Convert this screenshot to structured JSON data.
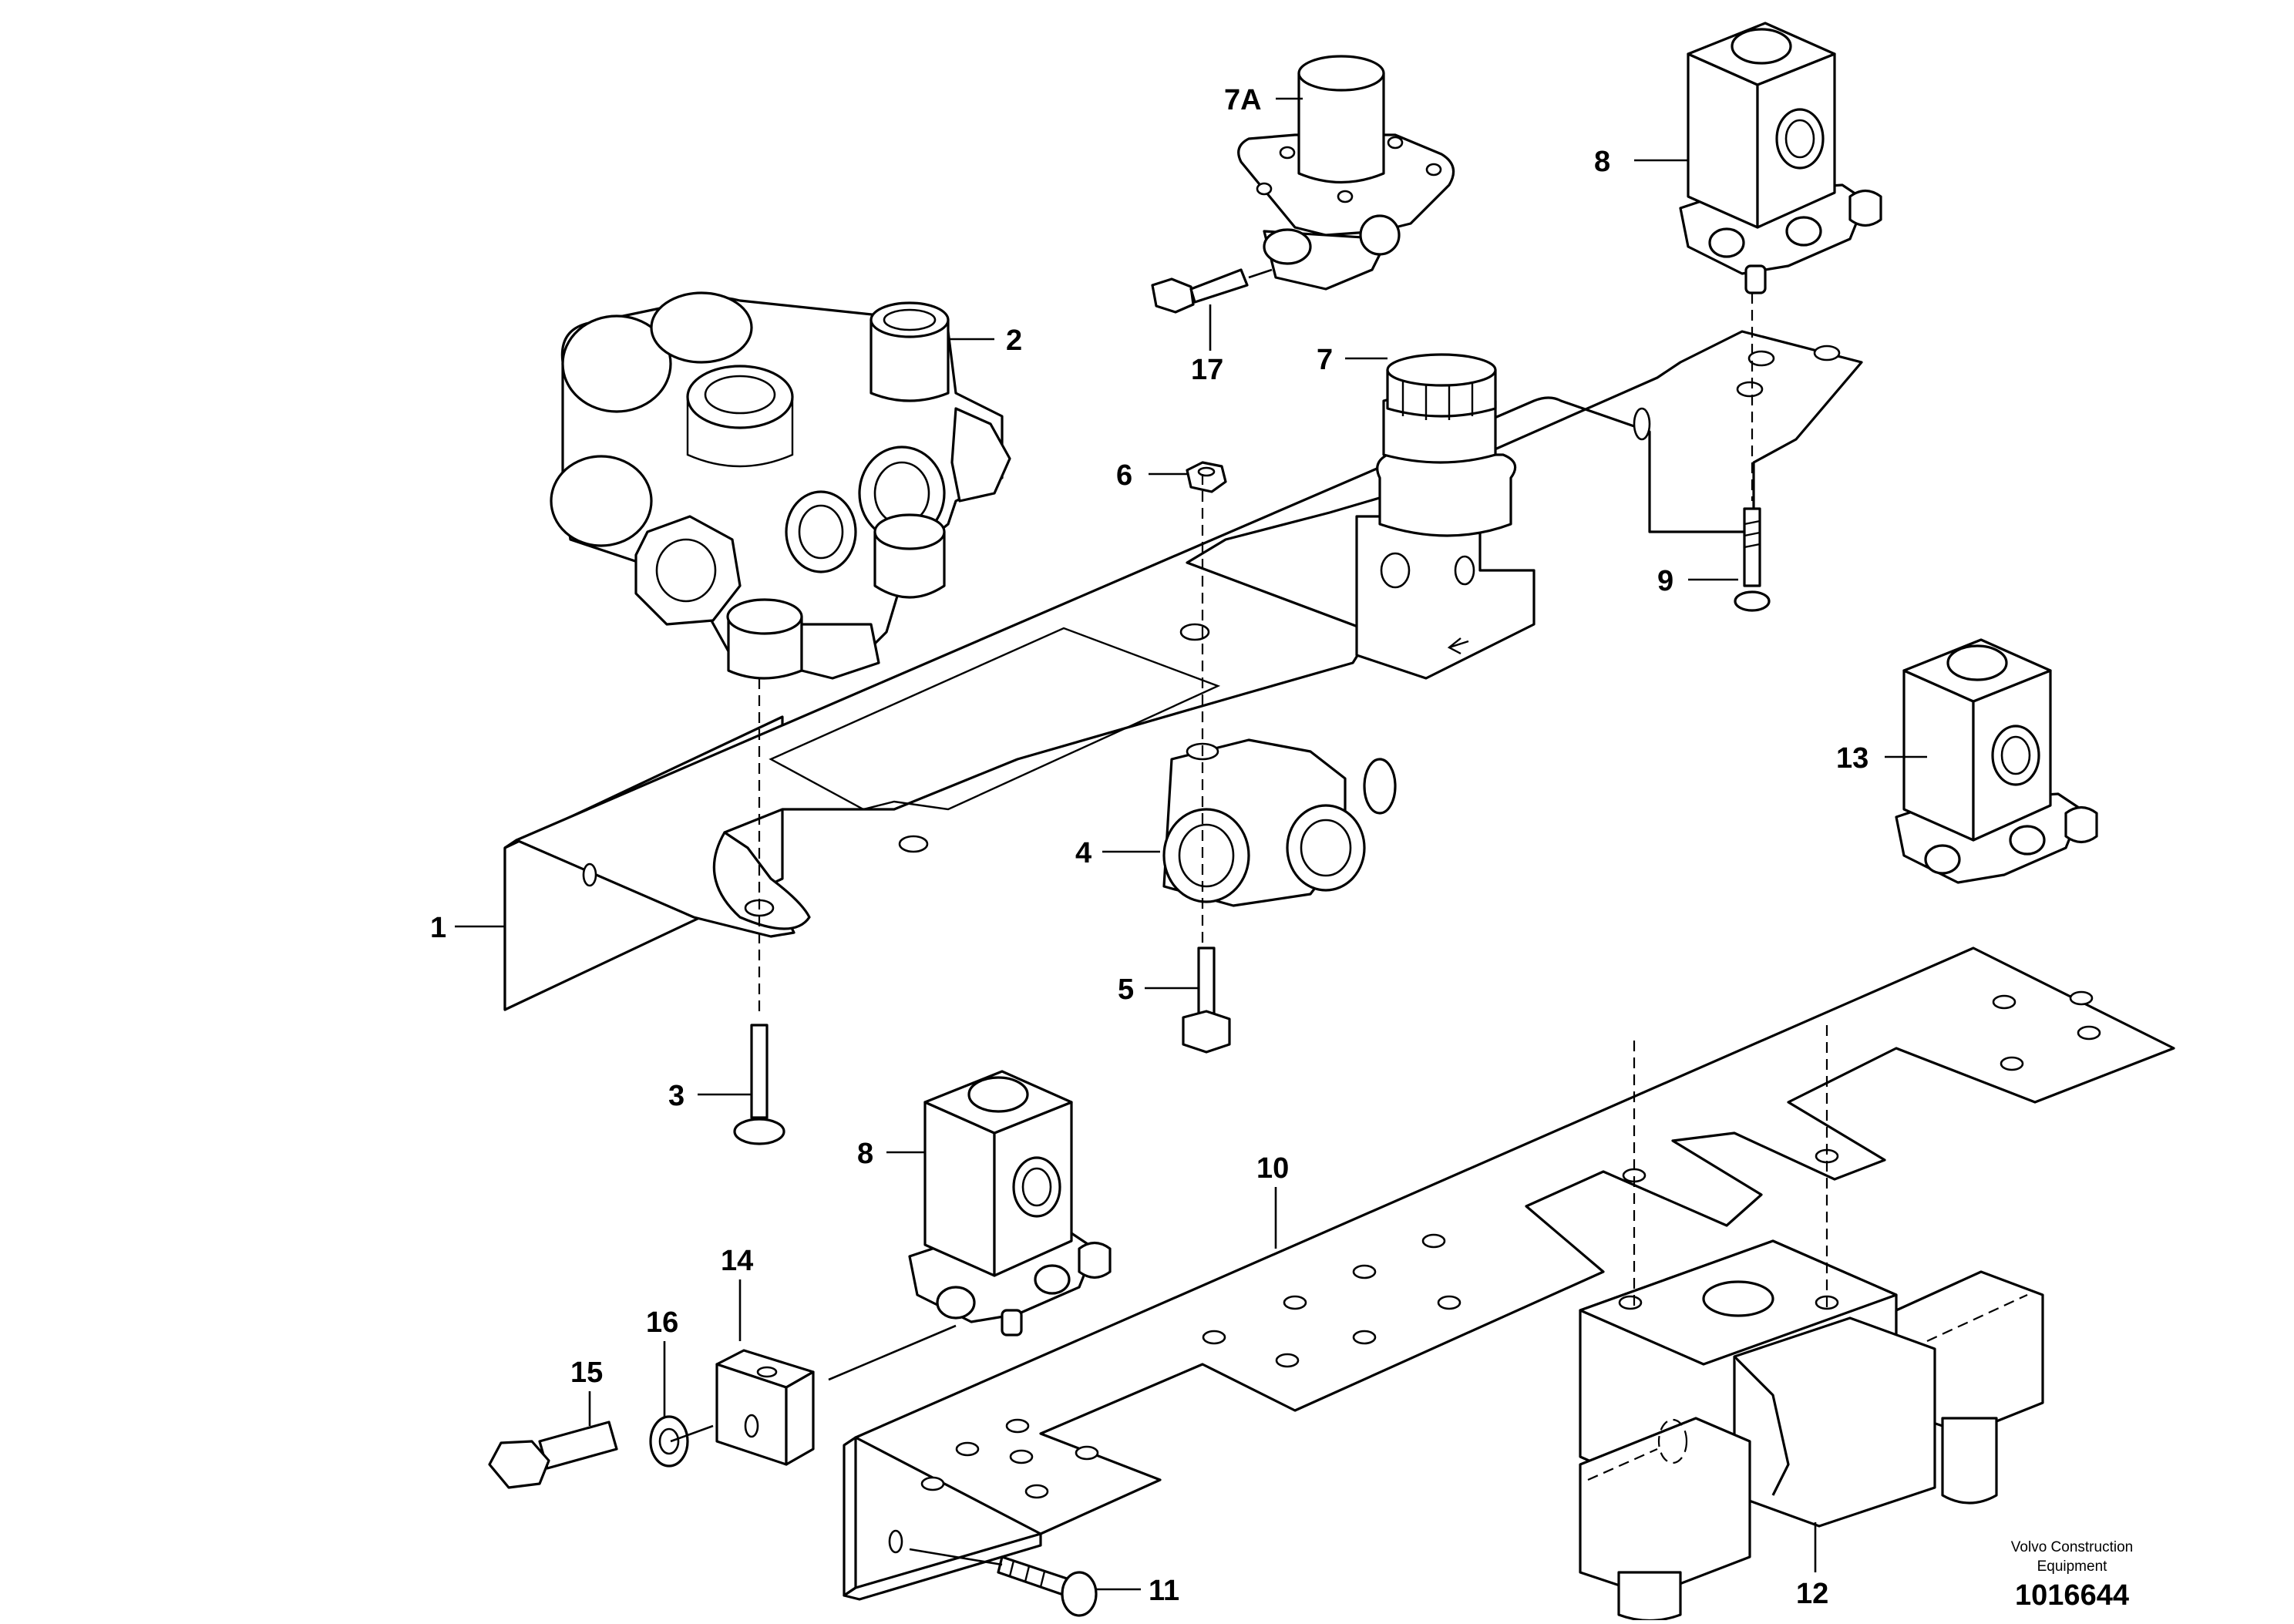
{
  "callouts": {
    "c7a": "7A",
    "c8top": "8",
    "c2": "2",
    "c17": "17",
    "c7": "7",
    "c6": "6",
    "c9": "9",
    "c13": "13",
    "c4": "4",
    "c1": "1",
    "c5": "5",
    "c3": "3",
    "c8bottom": "8",
    "c10": "10",
    "c14": "14",
    "c16": "16",
    "c15": "15",
    "c11": "11",
    "c12": "12"
  },
  "footer": {
    "brand_line1": "Volvo Construction",
    "brand_line2": "Equipment",
    "figure_number": "1016644"
  }
}
